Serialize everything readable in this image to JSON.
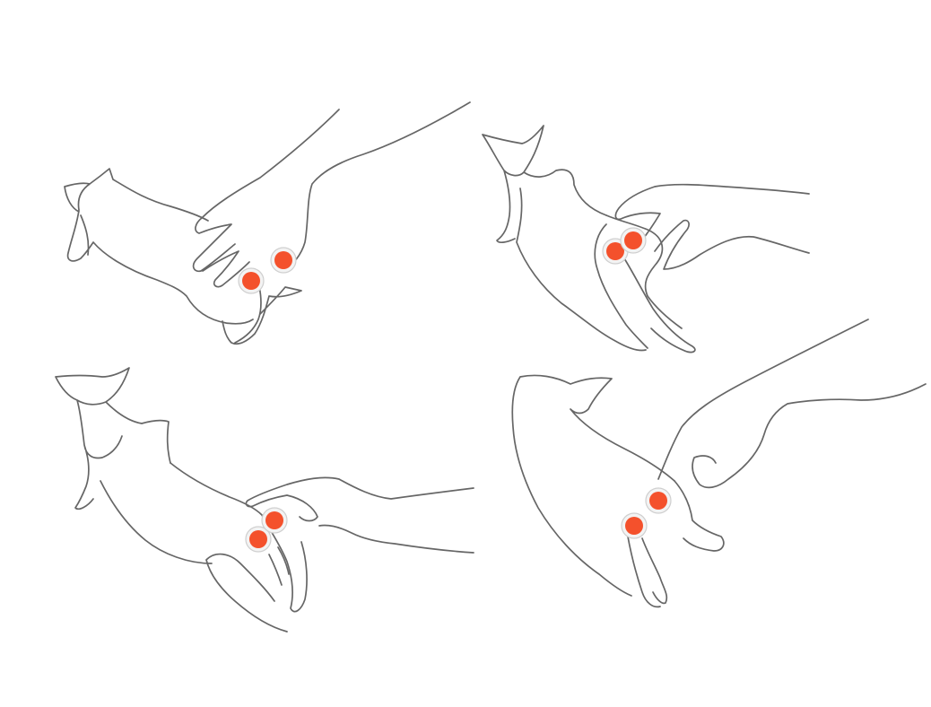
{
  "style": {
    "line_color": "#666666",
    "marker_color": "#f4512c",
    "halo_color": "#f3f3f3",
    "background": "#ffffff"
  },
  "panels": [
    {
      "id": "top-left",
      "subject": "cat-lying-with-hand-on-hip",
      "markers": 2
    },
    {
      "id": "top-right",
      "subject": "cat-standing-hand-at-tail-base",
      "markers": 2
    },
    {
      "id": "bottom-left",
      "subject": "cat-held-hand-at-tail-base",
      "markers": 2
    },
    {
      "id": "bottom-right",
      "subject": "cat-stretching-finger-at-tail-base",
      "markers": 2
    }
  ]
}
